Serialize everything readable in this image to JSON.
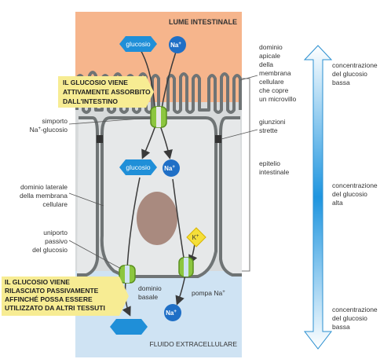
{
  "regions": {
    "lumen": "LUME INTESTINALE",
    "extracellular": "FLUIDO EXTRACELLULARE"
  },
  "molecules": {
    "glucose": "glucosio",
    "sodium": "Na",
    "sodium_sup": "+",
    "potassium": "K",
    "potassium_sup": "+"
  },
  "callouts": {
    "active_line1": "IL GLUCOSIO VIENE",
    "active_line2": "ATTIVAMENTE ASSORBITO",
    "active_line3": "DALL'INTESTINO",
    "passive_line1": "IL GLUCOSIO VIENE",
    "passive_line2": "RILASCIATO PASSIVAMENTE",
    "passive_line3": "AFFINCHÉ POSSA ESSERE",
    "passive_line4": "UTILIZZATO DA ALTRI TESSUTI"
  },
  "labels_left": {
    "symport_line1": "simporto",
    "symport_line2": "Na",
    "symport_line2_sup": "+",
    "symport_line2_rest": "-glucosio",
    "lateral_line1": "dominio laterale",
    "lateral_line2": "della membrana",
    "lateral_line3": "cellulare",
    "uniport_line1": "uniporto",
    "uniport_line2": "passivo",
    "uniport_line3": "del glucosio"
  },
  "labels_inner": {
    "basal_line1": "dominio",
    "basal_line2": "basale",
    "pump": "pompa Na",
    "pump_sup": "+"
  },
  "labels_right": {
    "apical_line1": "dominio",
    "apical_line2": "apicale",
    "apical_line3": "della",
    "apical_line4": "membrana",
    "apical_line5": "cellulare",
    "apical_line6": "che copre",
    "apical_line7": "un microvillo",
    "tight_line1": "giunzioni",
    "tight_line2": "strette",
    "epith_line1": "epitelio",
    "epith_line2": "intestinale"
  },
  "gradient": {
    "low_top_line1": "concentrazione",
    "low_top_line2": "del glucosio",
    "low_top_line3": "bassa",
    "high_line1": "concentrazione",
    "high_line2": "del glucosio",
    "high_line3": "alta",
    "low_bottom_line1": "concentrazione",
    "low_bottom_line2": "del glucosio",
    "low_bottom_line3": "bassa"
  },
  "colors": {
    "lumen_bg": "#f6b58c",
    "cell_bg": "#d7dadb",
    "cell_inside": "#e6e8e9",
    "membrane": "#6f7475",
    "extracellular_bg": "#cfe3f3",
    "glucose": "#1f8fd8",
    "sodium": "#1f6fc6",
    "potassium": "#f5df3a",
    "transporter": "#8cc63f",
    "callout": "#f7ec93",
    "nucleus": "#a98a7f",
    "gradient_top": "#ffffff",
    "gradient_mid": "#1e95df"
  }
}
